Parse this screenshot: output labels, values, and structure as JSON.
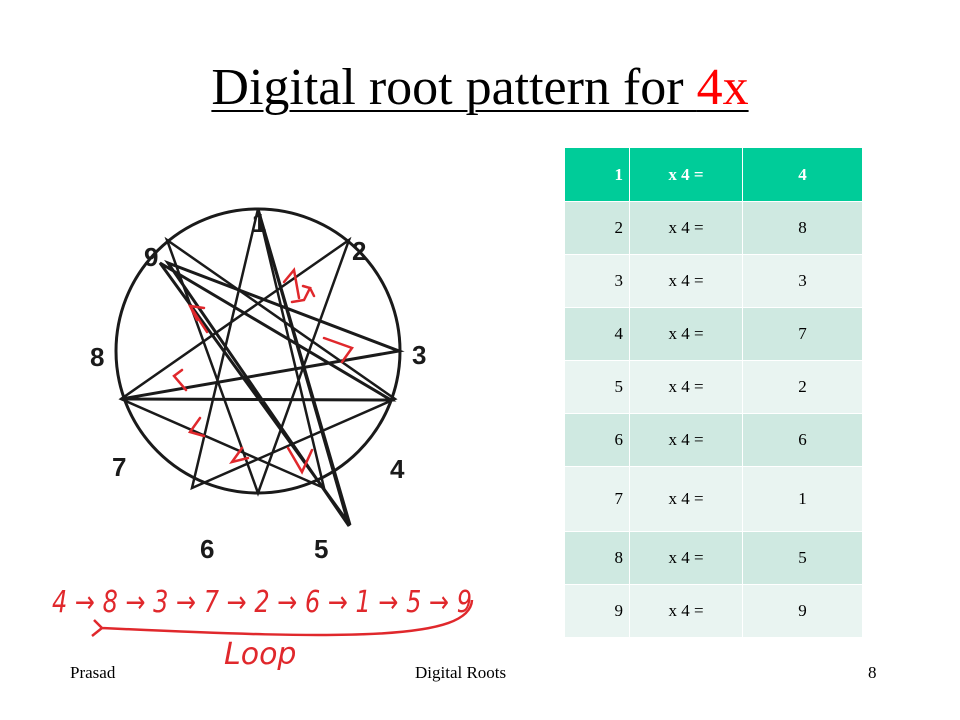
{
  "title": {
    "main": "Digital root pattern for ",
    "accent": "4x"
  },
  "diagram": {
    "circle_labels": [
      "1",
      "2",
      "3",
      "4",
      "5",
      "6",
      "7",
      "8",
      "9"
    ],
    "handwriting": {
      "sequence": [
        "4",
        "8",
        "3",
        "7",
        "2",
        "6",
        "1",
        "5",
        "9"
      ],
      "caption": "Loop"
    }
  },
  "table": {
    "rows": [
      {
        "n": "1",
        "op": "x 4 =",
        "result": "4"
      },
      {
        "n": "2",
        "op": "x 4 =",
        "result": "8"
      },
      {
        "n": "3",
        "op": "x 4 =",
        "result": "3"
      },
      {
        "n": "4",
        "op": "x 4 =",
        "result": "7"
      },
      {
        "n": "5",
        "op": "x 4 =",
        "result": "2"
      },
      {
        "n": "6",
        "op": "x 4 =",
        "result": "6"
      },
      {
        "n": "7",
        "op": "x 4 =",
        "result": "1"
      },
      {
        "n": "8",
        "op": "x 4 =",
        "result": "5"
      },
      {
        "n": "9",
        "op": "x 4 =",
        "result": "9"
      }
    ],
    "header_color": "#00cc99",
    "band_dark": "#cfe9e1",
    "band_light": "#e9f4f1"
  },
  "footer": {
    "left": "Prasad",
    "center": "Digital Roots",
    "page": "8"
  },
  "colors": {
    "accent": "#ff0000",
    "ink": "#e0282c"
  }
}
